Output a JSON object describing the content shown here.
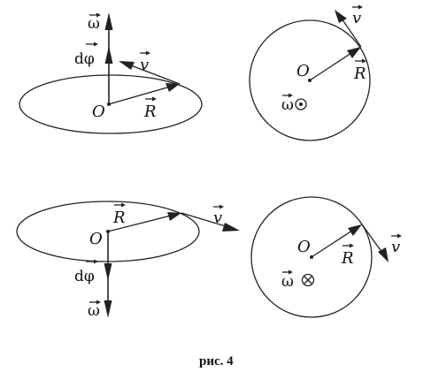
{
  "figure": {
    "caption": "рис. 4"
  },
  "labels": {
    "omega": "ω",
    "dphi": "dφ",
    "v": "v",
    "R": "R",
    "O": "O"
  }
}
